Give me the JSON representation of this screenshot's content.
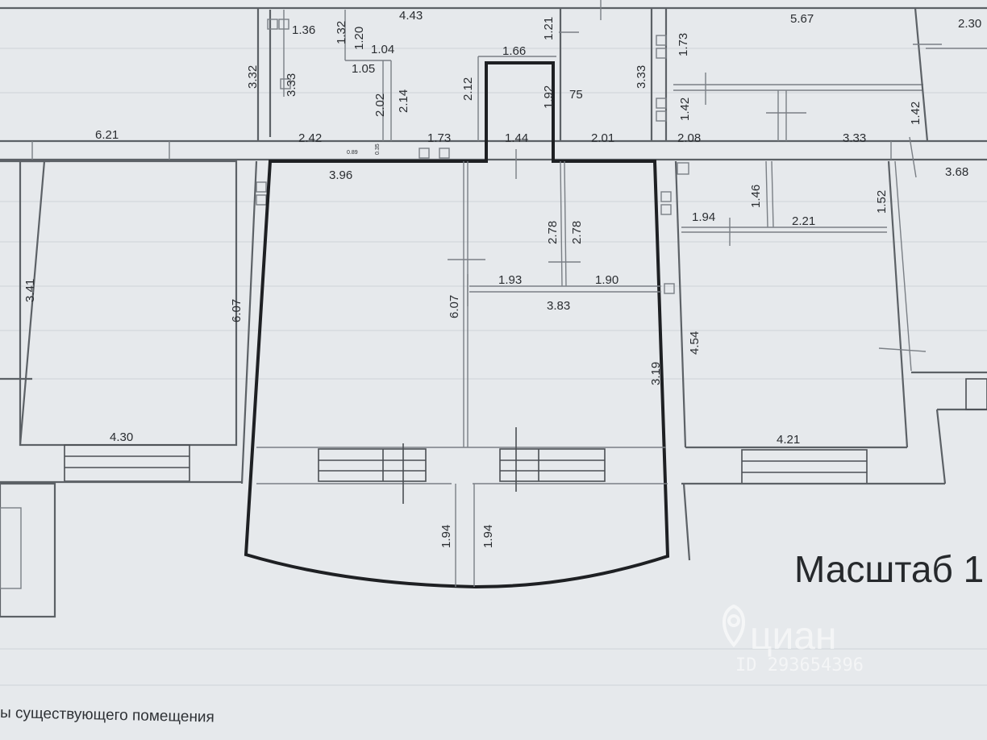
{
  "dimensions": {
    "top_left": [
      "1.36",
      "1.32",
      "1.20",
      "1.04",
      "1.05",
      "3.32",
      "3.33",
      "2.02",
      "2.14",
      "2.42",
      "0.89",
      "0.35",
      "6.21"
    ],
    "top_middle": [
      "4.43",
      "1.21",
      "1.66",
      "2.12",
      "1.92",
      "75",
      "1.73",
      "1.44",
      "2.01",
      "3.33"
    ],
    "top_right": [
      "5.67",
      "2.30",
      "1.73",
      "1.42",
      "1.42",
      "2.08",
      "3.33",
      "3.68"
    ],
    "left_room": [
      "3.41",
      "6.07",
      "4.30"
    ],
    "center_unit": [
      "3.96",
      "2.78",
      "2.78",
      "1.93",
      "1.90",
      "3.83",
      "6.07",
      "3.19",
      "1.94",
      "1.94"
    ],
    "right_room": [
      "1.46",
      "1.94",
      "2.21",
      "1.52",
      "4.54",
      "4.21"
    ]
  },
  "scale_label": "Масштаб 1",
  "footer_text": "ы существующего помещения",
  "watermark": {
    "logo_text": "циан",
    "id_text": "ID 293654396",
    "icon": "location-pin-icon"
  },
  "colors": {
    "paper": "#e6e9ec",
    "wall": "#5c6166",
    "highlight_outline": "#1e2023"
  }
}
